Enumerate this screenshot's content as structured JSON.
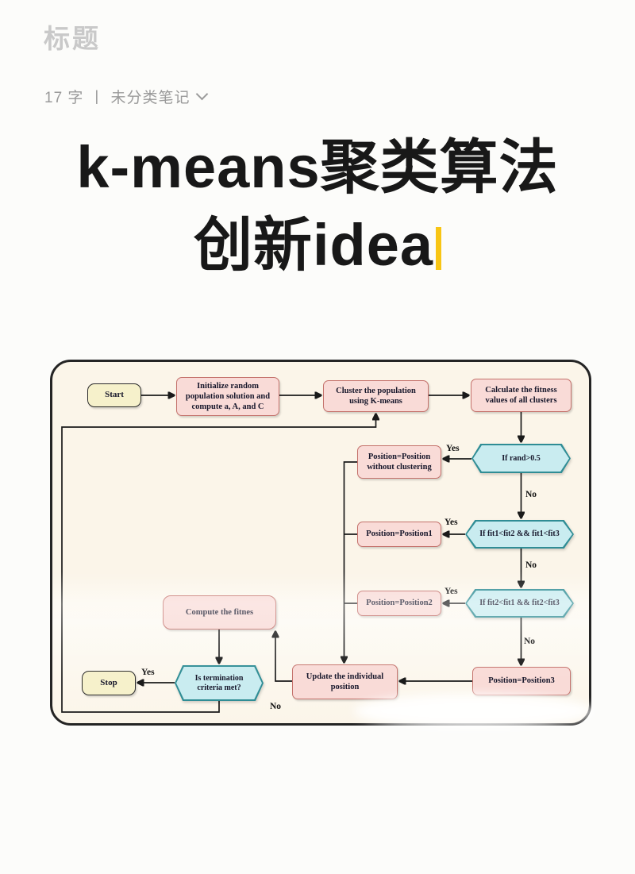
{
  "editor": {
    "title_placeholder": "标题",
    "meta": {
      "char_count": "17 字",
      "separator": "丨",
      "category": "未分类笔记"
    },
    "note_title_line1": "k-means聚类算法",
    "note_title_line2": "创新idea",
    "cursor_color": "#f8c514"
  },
  "flowchart": {
    "nodes": {
      "start": "Start",
      "init": "Initialize random population solution and compute a, A, and C",
      "cluster": "Cluster the population using K-means",
      "calc": "Calculate the fitness values of all clusters",
      "if_rand": "If rand>0.5",
      "pos_wc": "Position=Position without clustering",
      "if_fit1": "If fit1<fit2 && fit1<fit3",
      "pos1": "Position=Position1",
      "if_fit2": "If fit2<fit1 && fit2<fit3",
      "pos2": "Position=Position2",
      "pos3": "Position=Position3",
      "update": "Update the individual position",
      "compute": "Compute the fitnes",
      "terminate": "Is termination criteria met?",
      "stop": "Stop"
    },
    "labels": {
      "yes": "Yes",
      "no": "No"
    },
    "colors": {
      "pink_fill": "#f9dbd7",
      "pink_border": "#c4716b",
      "cyan_fill": "#c9ecf0",
      "cyan_border": "#2f8d95",
      "yellow_fill": "#f6f1cb",
      "yellow_border": "#2a2a2a",
      "canvas": "#fbf5e9",
      "line": "#1a1a1a"
    }
  }
}
